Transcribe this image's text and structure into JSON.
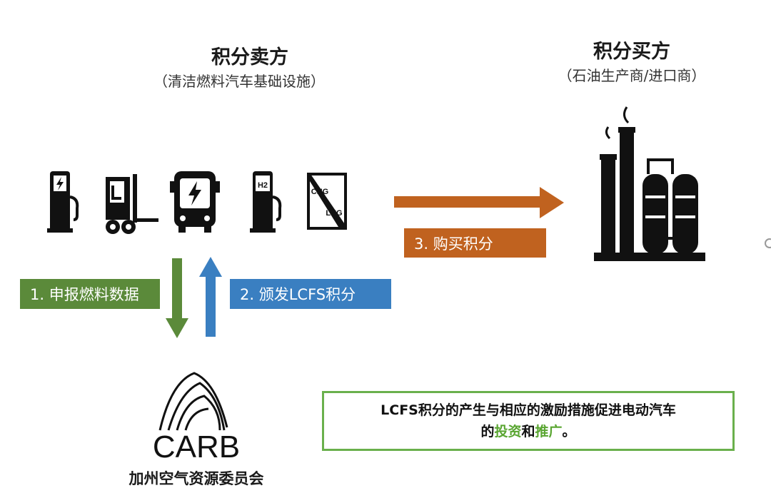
{
  "seller": {
    "title": "积分卖方",
    "subtitle": "（清洁燃料汽车基础设施）"
  },
  "buyer": {
    "title": "积分买方",
    "subtitle": "（石油生产商/进口商）"
  },
  "icons": {
    "ev_charger": "ev-charger-icon",
    "forklift": "forklift-icon",
    "electric_bus": "electric-bus-icon",
    "h2_pump": "hydrogen-pump-icon",
    "cng_lng": "cng-lng-icon",
    "cng_label": "CNG",
    "lng_label": "LNG",
    "h2_label": "H2",
    "refinery": "refinery-icon"
  },
  "steps": {
    "step1": "1. 申报燃料数据",
    "step2": "2. 颁发LCFS积分",
    "step3": "3. 购买积分"
  },
  "carb": {
    "logo_text": "CARB",
    "caption": "加州空气资源委员会"
  },
  "note": {
    "line1": "LCFS积分的产生与相应的激励措施促进电动汽车",
    "line2_prefix": "的",
    "line2_highlight1": "投资",
    "line2_mid": "和",
    "line2_highlight2": "推广",
    "line2_suffix": "。"
  },
  "colors": {
    "green": "#5b8a3a",
    "blue": "#3a7fc1",
    "orange": "#c0621f",
    "note_border": "#6ab04c",
    "highlight": "#5aa632"
  }
}
